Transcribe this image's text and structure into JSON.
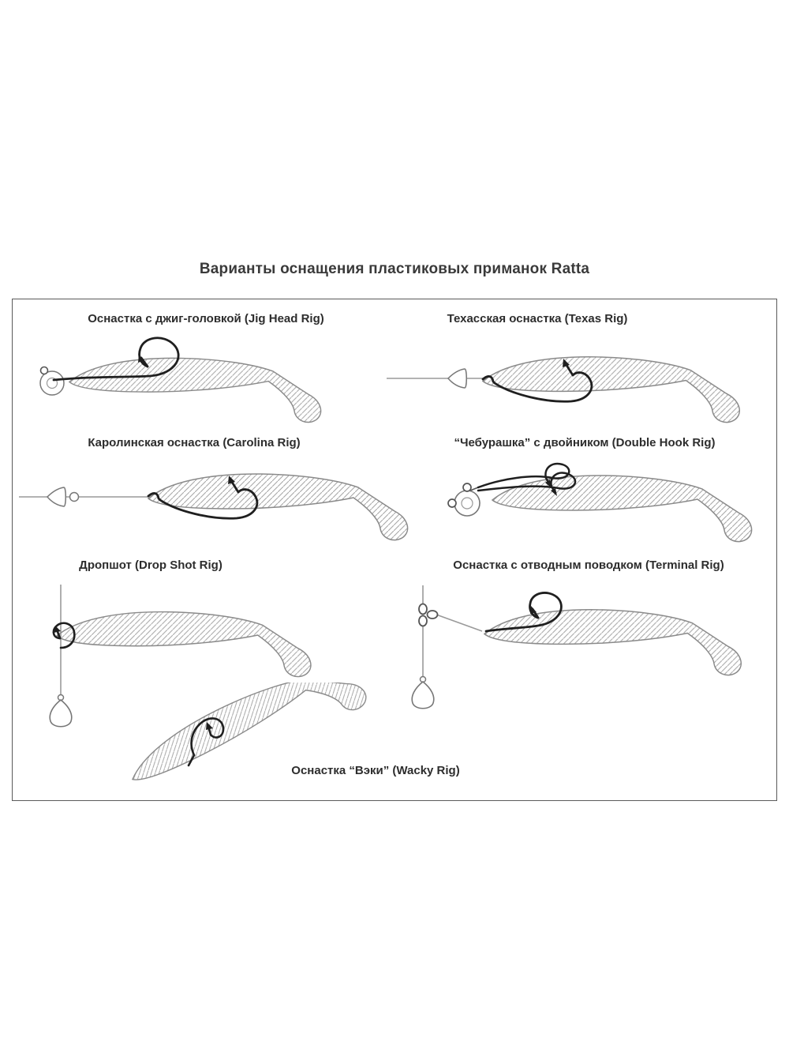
{
  "title": "Варианты оснащения пластиковых приманок Ratta",
  "rigs": [
    {
      "name": "jig-head",
      "label": "Оснастка с джиг-головкой (Jig Head Rig)"
    },
    {
      "name": "texas",
      "label": "Техасская оснастка (Texas Rig)"
    },
    {
      "name": "carolina",
      "label": "Каролинская оснастка (Carolina Rig)"
    },
    {
      "name": "double-hook",
      "label": "“Чебурашка” с двойником (Double Hook Rig)"
    },
    {
      "name": "drop-shot",
      "label": "Дропшот (Drop Shot Rig)"
    },
    {
      "name": "terminal",
      "label": "Оснастка с отводным поводком (Terminal Rig)"
    },
    {
      "name": "wacky",
      "label": "Оснастка “Вэки” (Wacky Rig)"
    }
  ],
  "colors": {
    "hook_ink": "#1f1f1f",
    "lure_outline": "#8a8a8a",
    "hatch": "#a8a8a8",
    "line": "#9a9a9a",
    "label_text": "#2d2d2d",
    "border": "#5a5a5a"
  }
}
